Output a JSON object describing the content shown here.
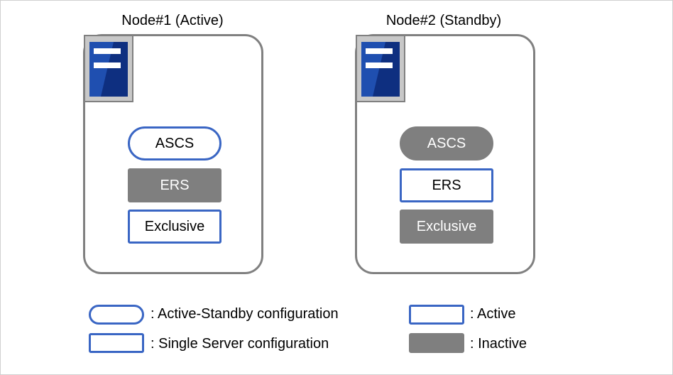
{
  "nodes": [
    {
      "title": "Node#1 (Active)",
      "components": [
        {
          "label": "ASCS",
          "shape": "pill",
          "state": "active"
        },
        {
          "label": "ERS",
          "shape": "rect",
          "state": "inactive"
        },
        {
          "label": "Exclusive",
          "shape": "rect",
          "state": "active"
        }
      ]
    },
    {
      "title": "Node#2 (Standby)",
      "components": [
        {
          "label": "ASCS",
          "shape": "pill",
          "state": "inactive"
        },
        {
          "label": "ERS",
          "shape": "rect",
          "state": "active"
        },
        {
          "label": "Exclusive",
          "shape": "rect",
          "state": "inactive"
        }
      ]
    }
  ],
  "legend": {
    "active_standby": ": Active-Standby configuration",
    "single_server": ": Single Server configuration",
    "active": ": Active",
    "inactive": ": Inactive"
  },
  "colors": {
    "active_border": "#3a66c4",
    "inactive_fill": "#7f7f7f",
    "node_border": "#808080",
    "server_blue": "#1f4fb0"
  }
}
